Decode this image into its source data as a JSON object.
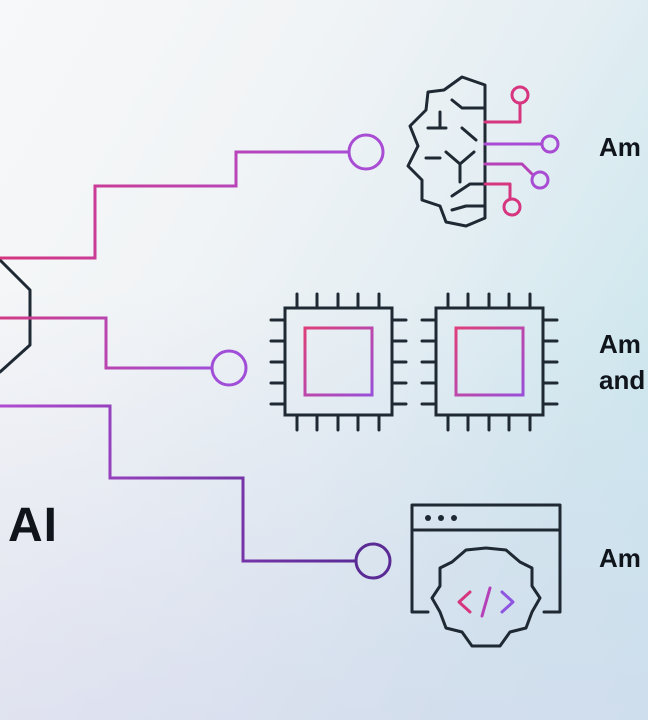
{
  "hub": {
    "label": "AI"
  },
  "services": [
    {
      "label": "Am",
      "icon": "brain-circuit-icon"
    },
    {
      "label_line1": "Am",
      "label_line2": "and",
      "icon": "chips-icon"
    },
    {
      "label": "Am",
      "icon": "code-brain-window-icon"
    }
  ],
  "colors": {
    "stroke_dark": "#1f2933",
    "magenta": "#d6357f",
    "pink_purple": "#b540b8",
    "purple": "#9a4fd8",
    "deep_purple": "#5a2a95"
  }
}
